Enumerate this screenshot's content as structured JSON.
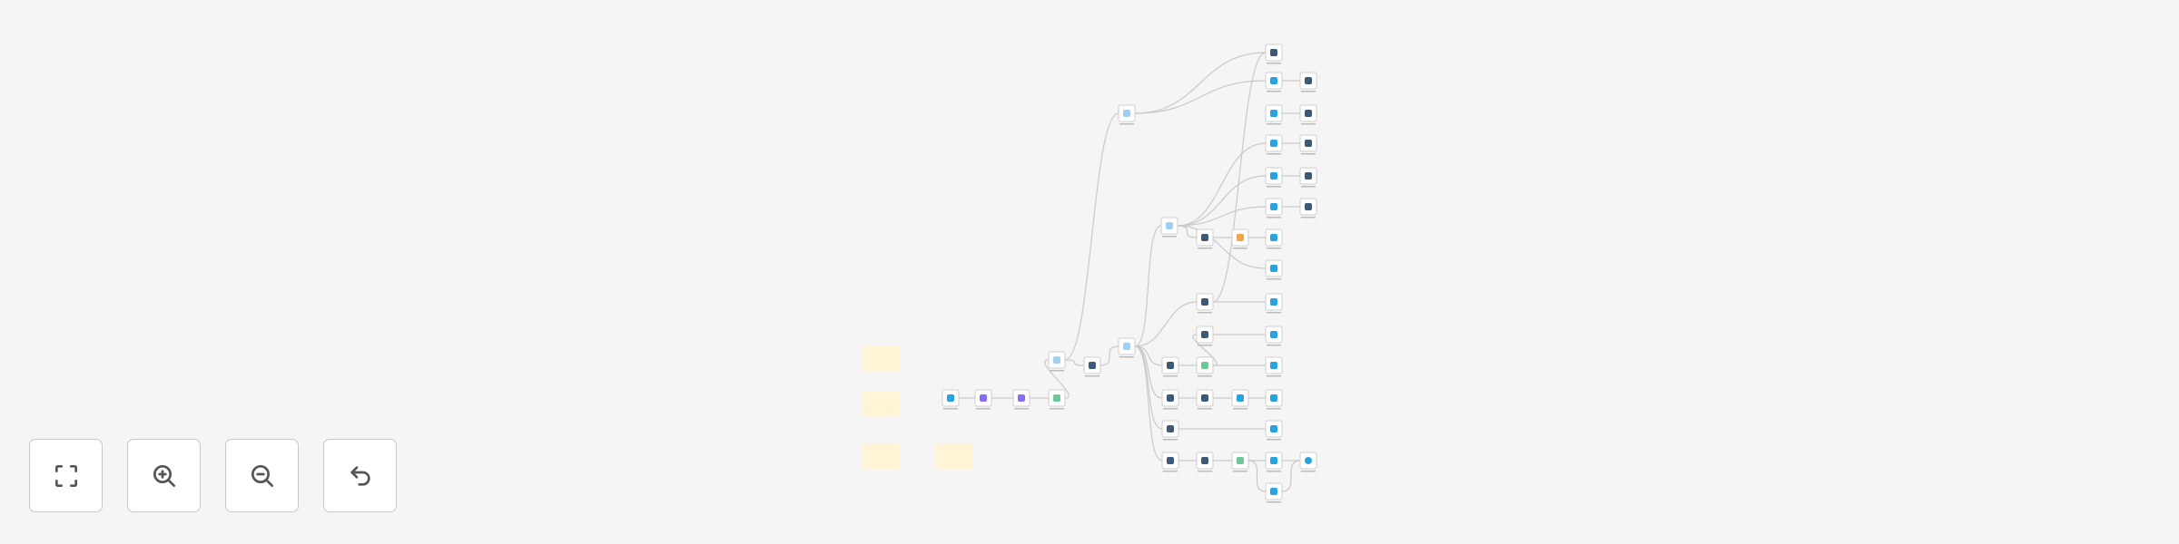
{
  "canvas": {
    "background": "#f5f5f5",
    "edge_color": "#c9c9c9",
    "sticky_note_color": "#fff4d6",
    "node_types": {
      "trigger": {
        "icon": "trigger-icon",
        "color": "#29a3e0"
      },
      "edit": {
        "icon": "pencil-icon",
        "color": "#8b6cf0"
      },
      "filter": {
        "icon": "filter-icon",
        "color": "#6cc79a"
      },
      "switch": {
        "icon": "switch-icon",
        "color": "#9fd0f2"
      },
      "ai": {
        "icon": "brain-icon",
        "color": "#3c5a78"
      },
      "action": {
        "icon": "app-action-icon",
        "color": "#29a3e0"
      },
      "code": {
        "icon": "code-icon",
        "color": "#f2a64a"
      },
      "globe": {
        "icon": "http-request-icon",
        "color": "#29a3e0"
      }
    },
    "sticky_notes": 4
  },
  "controls": [
    {
      "name": "fit-view-button",
      "icon": "fit-view-icon"
    },
    {
      "name": "zoom-in-button",
      "icon": "zoom-in-icon"
    },
    {
      "name": "zoom-out-button",
      "icon": "zoom-out-icon"
    },
    {
      "name": "undo-button",
      "icon": "undo-icon"
    }
  ]
}
